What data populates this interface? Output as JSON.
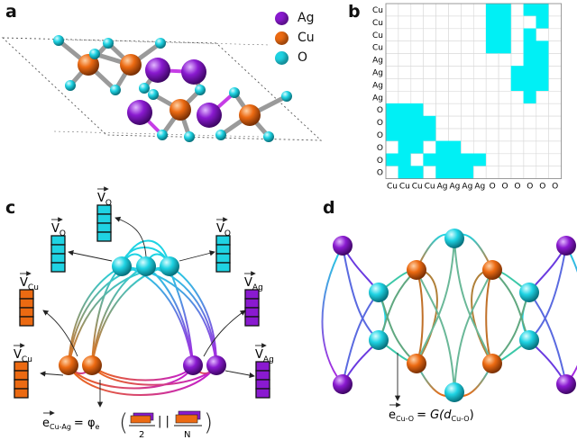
{
  "panels": {
    "a": "a",
    "b": "b",
    "c": "c",
    "d": "d"
  },
  "legend": [
    {
      "label": "Ag",
      "color": "#8a1ad0"
    },
    {
      "label": "Cu",
      "color": "#ec6a12"
    },
    {
      "label": "O",
      "color": "#1fd3e3"
    }
  ],
  "colors": {
    "ag": "#8a1ad0",
    "cu": "#ec6a12",
    "o": "#1fd3e3",
    "bond_gray": "#9a9a9a",
    "matrix_fill": "#00f0f5",
    "grid_line": "#d8d8d8"
  },
  "matrix": {
    "row_labels": [
      "Cu",
      "Cu",
      "Cu",
      "Cu",
      "Ag",
      "Ag",
      "Ag",
      "Ag",
      "O",
      "O",
      "O",
      "O",
      "O",
      "O"
    ],
    "col_labels": [
      "Cu",
      "Cu",
      "Cu",
      "Cu",
      "Ag",
      "Ag",
      "Ag",
      "Ag",
      "O",
      "O",
      "O",
      "O",
      "O",
      "O"
    ],
    "filled": [
      [
        0,
        8
      ],
      [
        0,
        9
      ],
      [
        0,
        11
      ],
      [
        0,
        12
      ],
      [
        1,
        8
      ],
      [
        1,
        9
      ],
      [
        1,
        12
      ],
      [
        2,
        8
      ],
      [
        2,
        9
      ],
      [
        2,
        11
      ],
      [
        3,
        8
      ],
      [
        3,
        9
      ],
      [
        3,
        11
      ],
      [
        3,
        12
      ],
      [
        4,
        11
      ],
      [
        4,
        12
      ],
      [
        5,
        10
      ],
      [
        5,
        11
      ],
      [
        5,
        12
      ],
      [
        6,
        10
      ],
      [
        6,
        11
      ],
      [
        6,
        12
      ],
      [
        7,
        11
      ],
      [
        8,
        0
      ],
      [
        8,
        1
      ],
      [
        8,
        2
      ],
      [
        9,
        0
      ],
      [
        9,
        1
      ],
      [
        9,
        2
      ],
      [
        9,
        3
      ],
      [
        10,
        0
      ],
      [
        10,
        1
      ],
      [
        10,
        2
      ],
      [
        10,
        3
      ],
      [
        11,
        1
      ],
      [
        11,
        2
      ],
      [
        11,
        4
      ],
      [
        11,
        5
      ],
      [
        12,
        0
      ],
      [
        12,
        1
      ],
      [
        12,
        3
      ],
      [
        12,
        4
      ],
      [
        12,
        5
      ],
      [
        12,
        6
      ],
      [
        12,
        7
      ],
      [
        13,
        1
      ],
      [
        13,
        2
      ],
      [
        13,
        4
      ],
      [
        13,
        5
      ],
      [
        13,
        6
      ]
    ]
  },
  "panel_c": {
    "vectors": [
      {
        "v": "V",
        "sub": "O"
      },
      {
        "v": "V",
        "sub": "O"
      },
      {
        "v": "V",
        "sub": "O"
      },
      {
        "v": "V",
        "sub": "Cu"
      },
      {
        "v": "V",
        "sub": "Cu"
      },
      {
        "v": "V",
        "sub": "Ag"
      },
      {
        "v": "V",
        "sub": "Ag"
      }
    ],
    "edge_formula": {
      "lhs": "e",
      "lhs_sub": "Cu-Ag",
      "eq": "= φ",
      "phi_sub": "e",
      "frac1_den": "2",
      "sep": "| |",
      "frac2_den": "N"
    }
  },
  "panel_d": {
    "edge_formula": {
      "lhs": "e",
      "lhs_sub": "Cu-O",
      "rhs": "= G(d",
      "rhs_sub": "Cu-O",
      "close": ")"
    }
  }
}
